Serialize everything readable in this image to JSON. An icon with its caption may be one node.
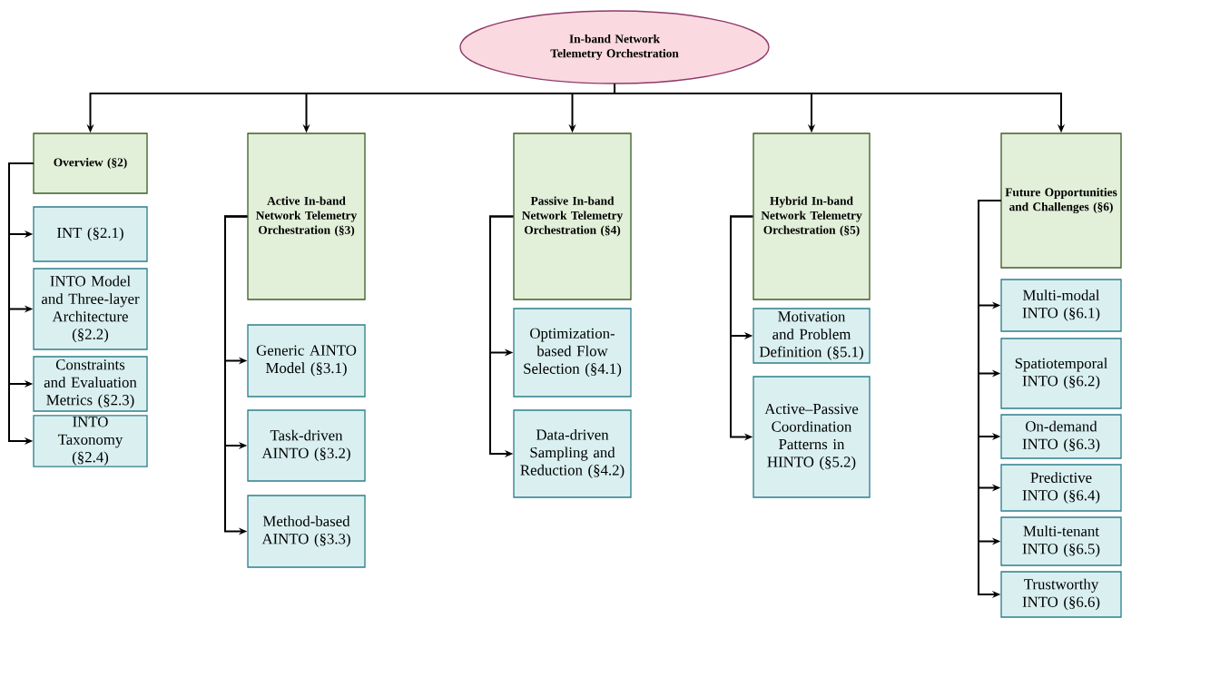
{
  "diagram": {
    "nodes": [
      {
        "text": [
          "In-band Network Telemetry Orchestration"
        ]
      },
      {
        "text": [
          "Overview (§2)"
        ]
      },
      {
        "text": [
          "INT (§2.1)"
        ]
      },
      {
        "text": [
          "INTO Model and Three-layer Architecture (§2.2)"
        ]
      },
      {
        "text": [
          "Constraints and Evaluation Metrics (§2.3)"
        ]
      },
      {
        "text": [
          "INTO Taxonomy (§2.4)"
        ]
      },
      {
        "text": [
          "Active In-band Network Telemetry Orchestration (§3)"
        ]
      },
      {
        "text": [
          "Generic AINTO Model (§3.1)"
        ]
      },
      {
        "text": [
          "Task-driven AINTO (§3.2)"
        ]
      },
      {
        "text": [
          "Method-based AINTO (§3.3)"
        ]
      },
      {
        "text": [
          "Passive In-band Network Telemetry Orchestration (§4)"
        ]
      },
      {
        "text": [
          "Optimization-based Flow Selection (§4.1)"
        ]
      },
      {
        "text": [
          "Data-driven Sampling and Reduction (§4.2)"
        ]
      },
      {
        "text": [
          "Hybrid In-band Network Telemetry Orchestration (§5)"
        ]
      },
      {
        "text": [
          "Motivation and Problem Definition (§5.1)"
        ]
      },
      {
        "text": [
          "Active–Passive Coordination Patterns in HINTO (§5.2)"
        ]
      },
      {
        "text": [
          "Future Opportunities and Challenges (§6)"
        ]
      },
      {
        "text": [
          "Multi-modal INTO (§6.1)"
        ]
      },
      {
        "text": [
          "Spatiotemporal INTO (§6.2)"
        ]
      },
      {
        "text": [
          "On-demand INTO (§6.3)"
        ]
      },
      {
        "text": [
          "Predictive INTO (§6.4)"
        ]
      },
      {
        "text": [
          "Multi-tenant INTO (§6.5)"
        ]
      },
      {
        "text": [
          "Trustworthy INTO (§6.6)"
        ]
      }
    ],
    "edges": [
      {
        "from": 0,
        "to": 1,
        "arrow": "to"
      },
      {
        "from": 0,
        "to": 6,
        "arrow": "to"
      },
      {
        "from": 0,
        "to": 10,
        "arrow": "to"
      },
      {
        "from": 0,
        "to": 13,
        "arrow": "to"
      },
      {
        "from": 0,
        "to": 16,
        "arrow": "to"
      },
      {
        "from": 1,
        "to": 2,
        "arrow": "to"
      },
      {
        "from": 1,
        "to": 3,
        "arrow": "to"
      },
      {
        "from": 1,
        "to": 4,
        "arrow": "to"
      },
      {
        "from": 1,
        "to": 5,
        "arrow": "to"
      },
      {
        "from": 6,
        "to": 7,
        "arrow": "to"
      },
      {
        "from": 6,
        "to": 8,
        "arrow": "to"
      },
      {
        "from": 6,
        "to": 9,
        "arrow": "to"
      },
      {
        "from": 10,
        "to": 11,
        "arrow": "to"
      },
      {
        "from": 10,
        "to": 12,
        "arrow": "to"
      },
      {
        "from": 13,
        "to": 14,
        "arrow": "to"
      },
      {
        "from": 13,
        "to": 15,
        "arrow": "to"
      },
      {
        "from": 16,
        "to": 17,
        "arrow": "to"
      },
      {
        "from": 16,
        "to": 18,
        "arrow": "to"
      },
      {
        "from": 16,
        "to": 19,
        "arrow": "to"
      },
      {
        "from": 16,
        "to": 20,
        "arrow": "to"
      },
      {
        "from": 16,
        "to": 21,
        "arrow": "to"
      },
      {
        "from": 16,
        "to": 22,
        "arrow": "to"
      }
    ]
  }
}
